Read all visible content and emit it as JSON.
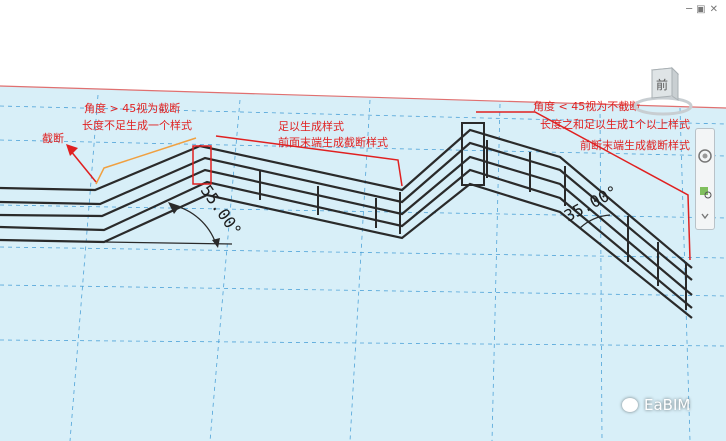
{
  "window": {
    "minimize_icon": "minimize-icon",
    "restore_icon": "restore-icon",
    "close_icon": "close-icon"
  },
  "annotations": {
    "angle_gt_45": "角度 > 45视为截断",
    "length_insufficient": "长度不足生成一个样式",
    "cut_off": "截断",
    "enough_for_pattern": "足以生成样式",
    "front_end_cut_pattern": "前面末端生成截断样式",
    "angle_lt_45": "角度 < 45视为不截断",
    "length_sum_enough": "长度之和足以生成1个以上样式",
    "front_cut_pattern": "前断末端生成截断样式",
    "angle_left": "55.00°",
    "angle_right": "35.00°"
  },
  "view_cube": {
    "face_label": "前"
  },
  "watermark": {
    "text": "EaBIM"
  },
  "colors": {
    "background": "#d8eff8",
    "annotation": "#e02020",
    "bracket": "#f0a040",
    "railing": "#2a2a2a"
  }
}
